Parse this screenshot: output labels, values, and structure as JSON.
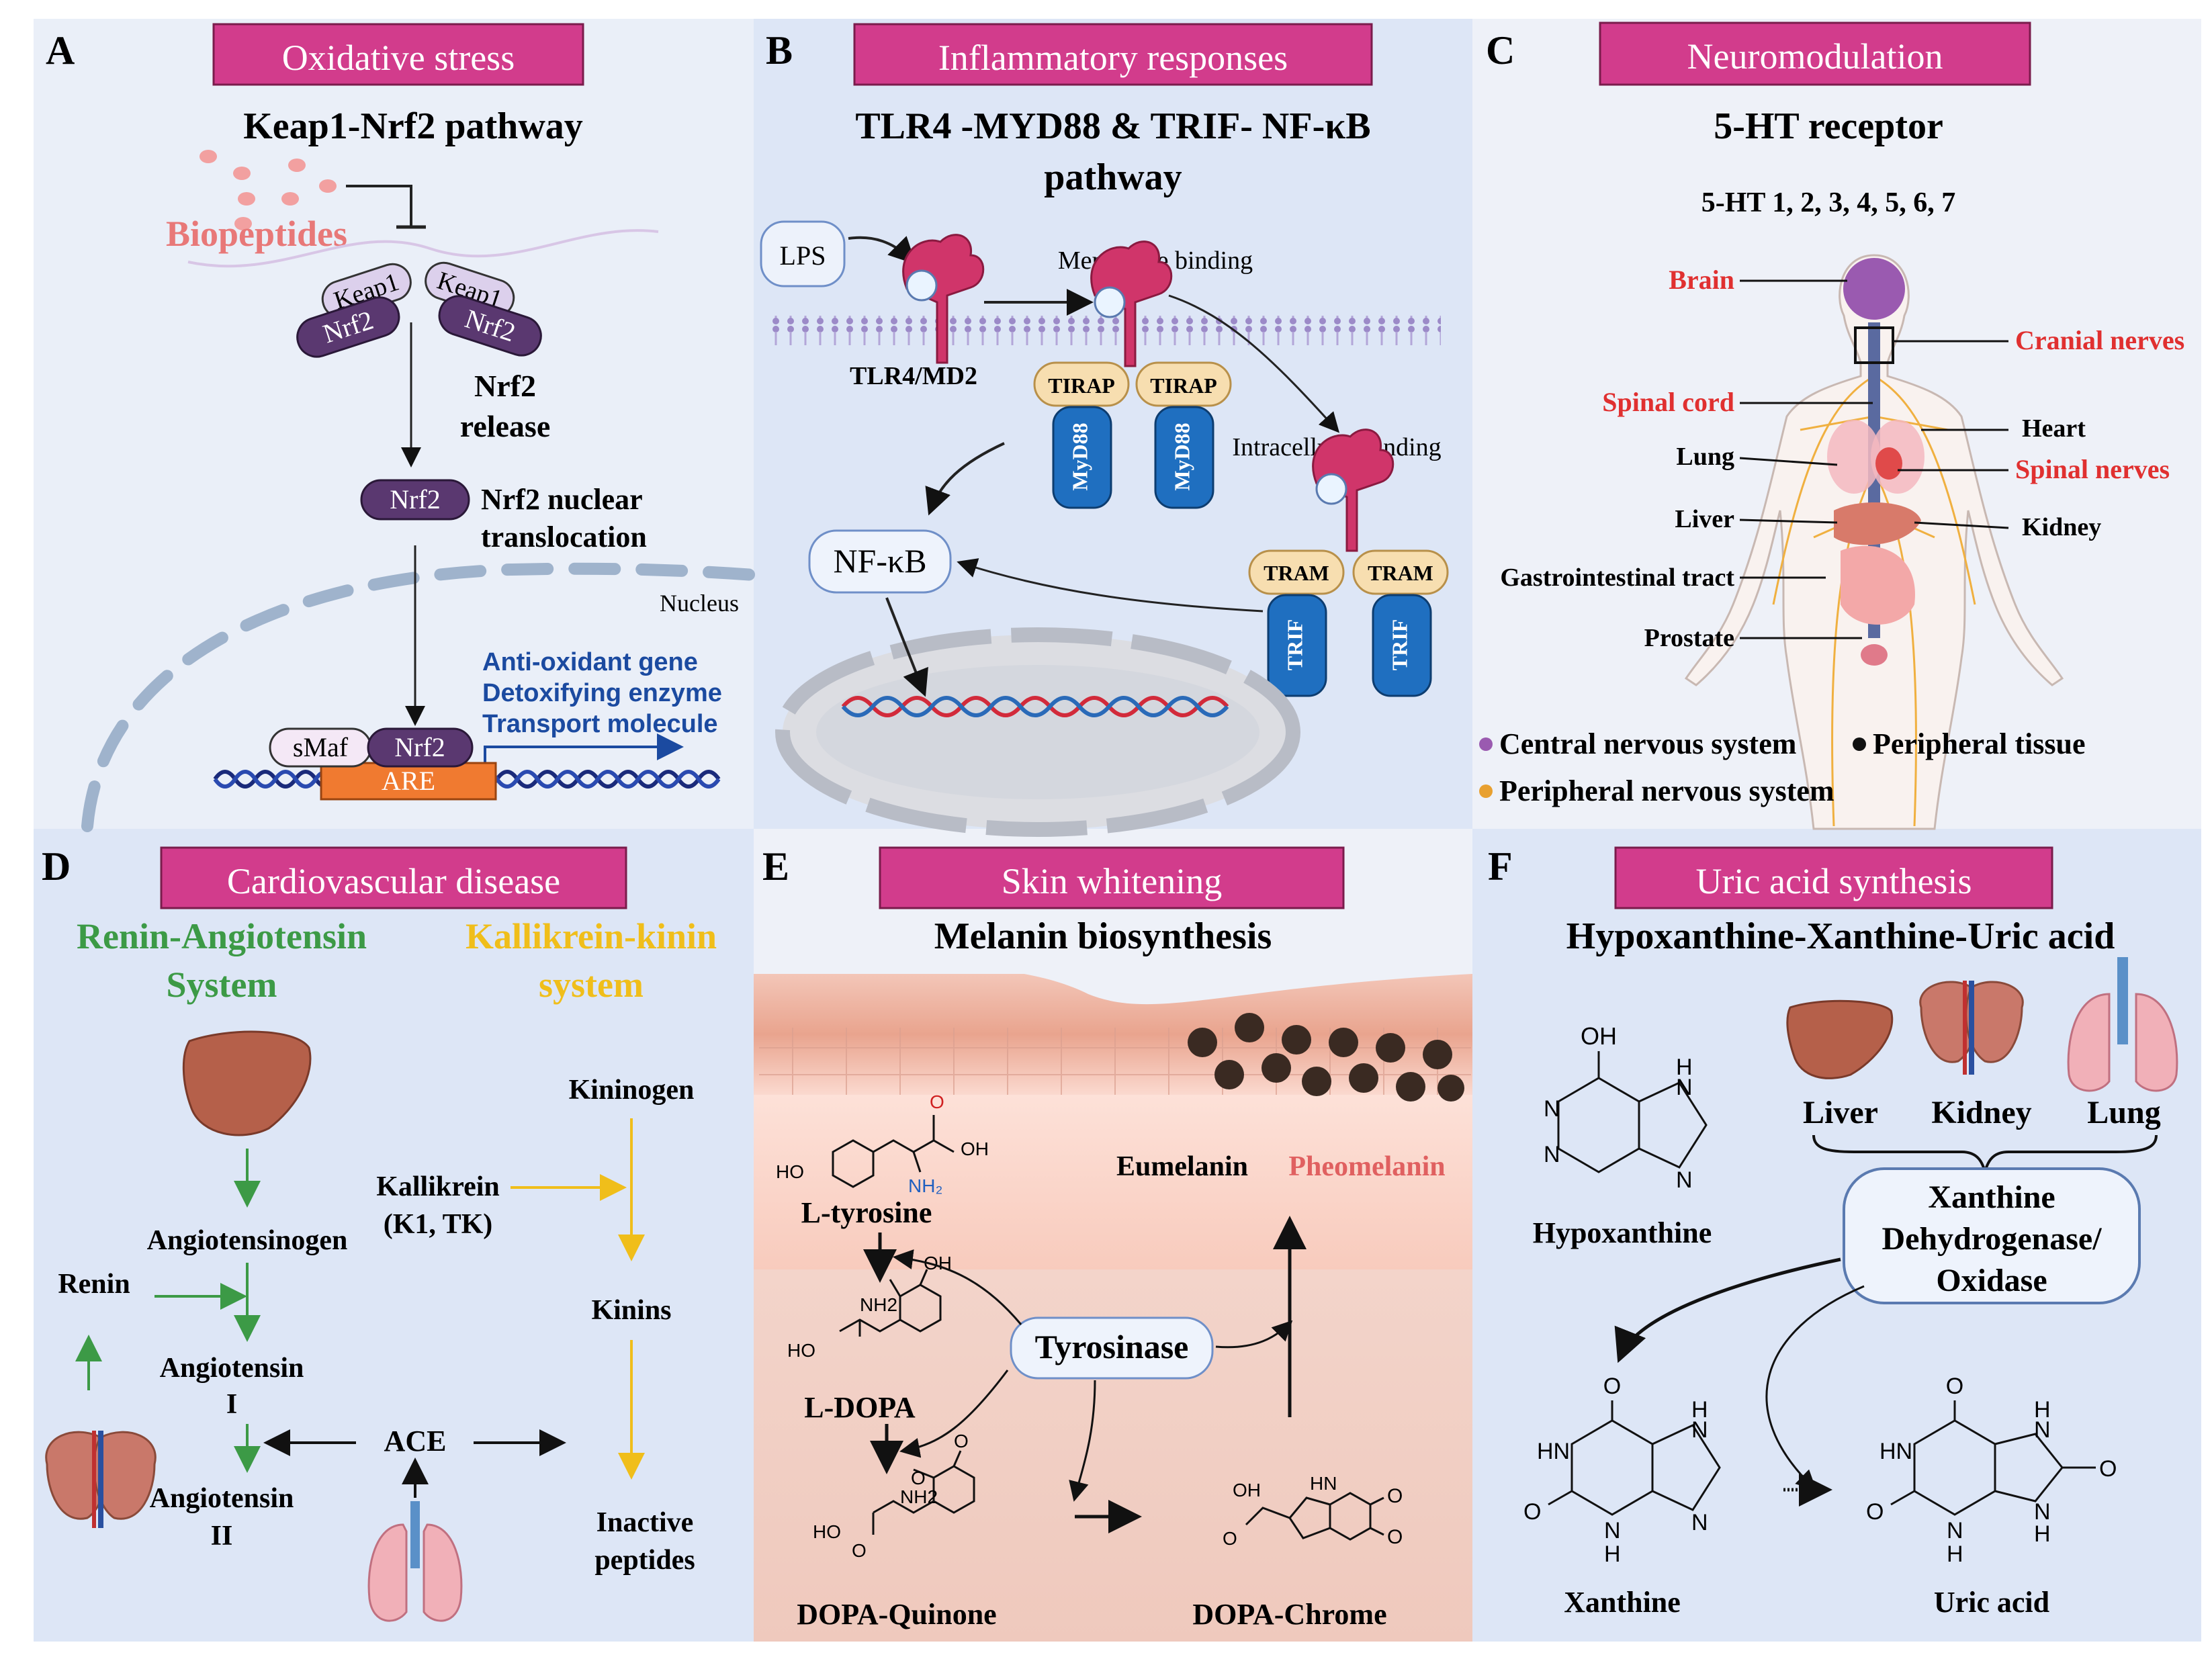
{
  "panels": {
    "A": {
      "letter": "A",
      "banner": "Oxidative stress",
      "title": "Keap1-Nrf2 pathway",
      "biopeptides": "Biopeptides",
      "keap1": "Keap1",
      "nrf2": "Nrf2",
      "nrf2_release": [
        "Nrf2",
        "release"
      ],
      "nuclear_translocation": [
        "Nrf2 nuclear",
        "translocation"
      ],
      "nucleus": "Nucleus",
      "genes": [
        "Anti-oxidant gene",
        "Detoxifying enzyme",
        "Transport molecule"
      ],
      "smaf": "sMaf",
      "are": "ARE"
    },
    "B": {
      "letter": "B",
      "banner": "Inflammatory responses",
      "title": [
        "TLR4 -MYD88 & TRIF- NF-κB",
        "pathway"
      ],
      "lps": "LPS",
      "membrane_binding": "Membrane binding",
      "tlr4": "TLR4/MD2",
      "tirap": "TIRAP",
      "myd88": "MyD88",
      "intracellular_binding": "Intracellular binding",
      "tram": "TRAM",
      "trif": "TRIF",
      "nfkb": "NF-κB"
    },
    "C": {
      "letter": "C",
      "banner": "Neuromodulation",
      "title": "5-HT receptor",
      "subtitle": "5-HT 1, 2, 3, 4, 5, 6, 7",
      "labels_left": [
        "Brain",
        "Spinal cord",
        "Lung",
        "Liver",
        "Gastrointestinal tract",
        "Prostate"
      ],
      "labels_right": [
        "Cranial nerves",
        "Heart",
        "Spinal nerves",
        "Kidney"
      ],
      "legend": [
        "Central nervous system",
        "Peripheral tissue",
        "Peripheral nervous system"
      ],
      "colors": {
        "red_label": "#e03030",
        "cns": "#9a5ab0",
        "pns": "#e8a030",
        "tissue": "#111111"
      }
    },
    "D": {
      "letter": "D",
      "banner": "Cardiovascular disease",
      "ras": [
        "Renin-Angiotensin",
        "System"
      ],
      "kks": [
        "Kallikrein-kinin",
        "system"
      ],
      "angiotensinogen": "Angiotensinogen",
      "renin": "Renin",
      "angiotensin1": [
        "Angiotensin",
        "I"
      ],
      "angiotensin2": [
        "Angiotensin",
        "II"
      ],
      "ace": "ACE",
      "kininogen": "Kininogen",
      "kallikrein": [
        "Kallikrein",
        "(K1, TK)"
      ],
      "kinins": "Kinins",
      "inactive": [
        "Inactive",
        "peptides"
      ],
      "colors": {
        "green": "#3c9a46",
        "yellow": "#f0be1a"
      }
    },
    "E": {
      "letter": "E",
      "banner": "Skin whitening",
      "title": "Melanin biosynthesis",
      "ltyrosine": "L-tyrosine",
      "ldopa": "L-DOPA",
      "tyrosinase": "Tyrosinase",
      "dopaquinone": "DOPA-Quinone",
      "dopachrome": "DOPA-Chrome",
      "eumelanin": "Eumelanin",
      "pheomelanin": "Pheomelanin",
      "chem": {
        "oh": "OH",
        "nh2": "NH₂",
        "nh2b": "NH2",
        "ho": "HO",
        "o": "O",
        "hn": "HN"
      }
    },
    "F": {
      "letter": "F",
      "banner": "Uric acid synthesis",
      "title": "Hypoxanthine-Xanthine-Uric acid",
      "organs": [
        "Liver",
        "Kidney",
        "Lung"
      ],
      "enzyme": [
        "Xanthine",
        "Dehydrogenase/",
        "Oxidase"
      ],
      "hypoxanthine": "Hypoxanthine",
      "xanthine": "Xanthine",
      "uric_acid": "Uric acid",
      "chem": {
        "oh": "OH",
        "n": "N",
        "h": "H",
        "o": "O",
        "hn": "HN"
      }
    }
  },
  "colors": {
    "banner": "#d23c8c",
    "panel_light": "#e8eef8",
    "panel_blue": "#dfe7f7",
    "nrf2": "#5a3870",
    "keap1": "#dcd0ec",
    "are": "#f07a30",
    "blue_text": "#1b4aa0",
    "myd88": "#1f6fc0",
    "tirap": "#f7deb0",
    "receptor": "#d0356a",
    "biopeptide": "#e87878"
  }
}
